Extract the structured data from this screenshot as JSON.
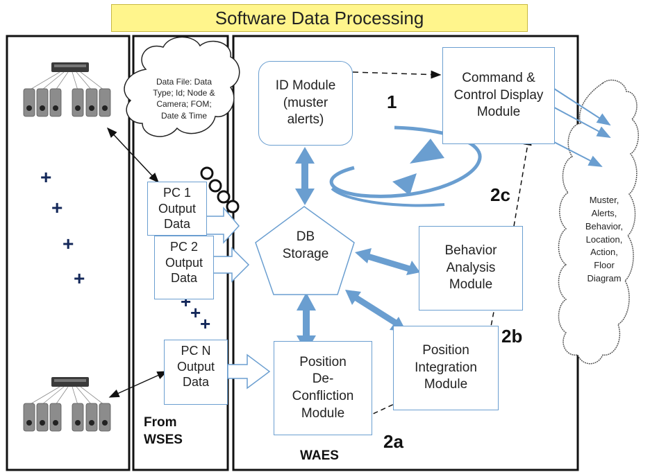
{
  "title": "Software Data Processing",
  "cloud_left": "Data File: Data\nType; Id; Node &\nCamera; FOM;\nDate & Time",
  "pcs": [
    {
      "label": "PC 1\nOutput\nData"
    },
    {
      "label": "PC 2\nOutput\nData"
    },
    {
      "label": "PC N\nOutput\nData"
    }
  ],
  "from_label": "From\nWSES",
  "waes_label": "WAES",
  "modules": {
    "id": "ID Module\n(muster\nalerts)",
    "command": "Command &\nControl Display\nModule",
    "db": "DB\nStorage",
    "behavior": "Behavior\nAnalysis\nModule",
    "position_int": "Position\nIntegration\nModule",
    "deconfliction": "Position\nDe-\nConfliction\nModule"
  },
  "step_labels": {
    "s1": "1",
    "s2a": "2a",
    "s2b": "2b",
    "s2c": "2c"
  },
  "right_cloud": "Muster,\nAlerts,\nBehavior,\nLocation,\nAction,\nFloor\nDiagram",
  "plus_glyph": "+",
  "colors": {
    "arrow_blue": "#6a9ed0",
    "title_bg": "#fff58c",
    "border": "#111111"
  }
}
